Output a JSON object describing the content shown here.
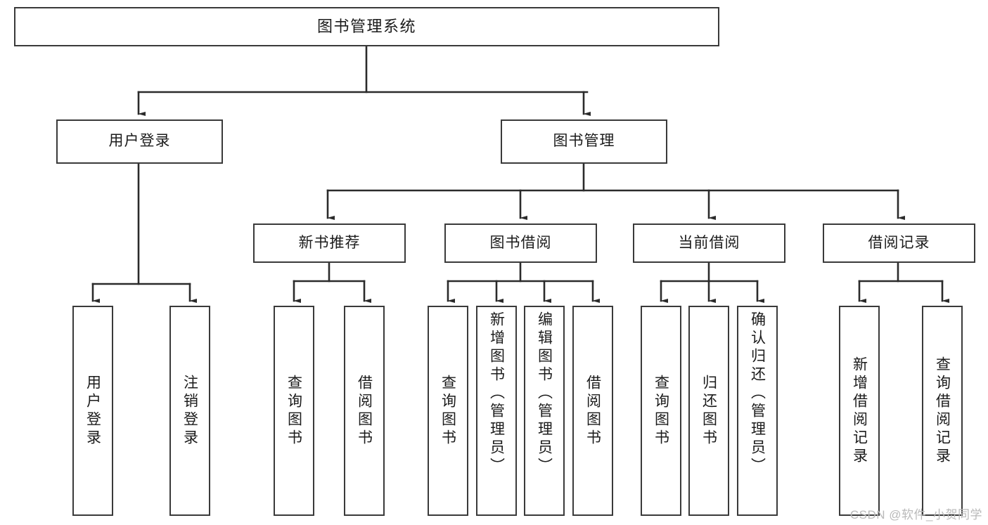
{
  "diagram": {
    "title": "图书管理系统",
    "type": "tree",
    "watermark": "CSDN @软件_小贺同学",
    "colors": {
      "box_border": "#3a3a3a",
      "box_fill": "#ffffff",
      "wire": "#2b2b2b",
      "text": "#1b1b1b",
      "watermark": "#b9b9b9"
    },
    "root": {
      "label": "图书管理系统"
    },
    "level1": [
      {
        "label": "用户登录"
      },
      {
        "label": "图书管理"
      }
    ],
    "level2": [
      {
        "label": "新书推荐"
      },
      {
        "label": "图书借阅"
      },
      {
        "label": "当前借阅"
      },
      {
        "label": "借阅记录"
      }
    ],
    "leaves": {
      "user_login": [
        {
          "label": "用户登录"
        },
        {
          "label": "注销登录"
        }
      ],
      "new_book_recommend": [
        {
          "label": "查询图书"
        },
        {
          "label": "借阅图书"
        }
      ],
      "book_borrow": [
        {
          "label": "查询图书"
        },
        {
          "label": "新增图书（管理员）"
        },
        {
          "label": "编辑图书（管理员）"
        },
        {
          "label": "借阅图书"
        }
      ],
      "current_borrow": [
        {
          "label": "查询图书"
        },
        {
          "label": "归还图书"
        },
        {
          "label": "确认归还（管理员）"
        }
      ],
      "borrow_records": [
        {
          "label": "新增借阅记录"
        },
        {
          "label": "查询借阅记录"
        }
      ]
    }
  }
}
